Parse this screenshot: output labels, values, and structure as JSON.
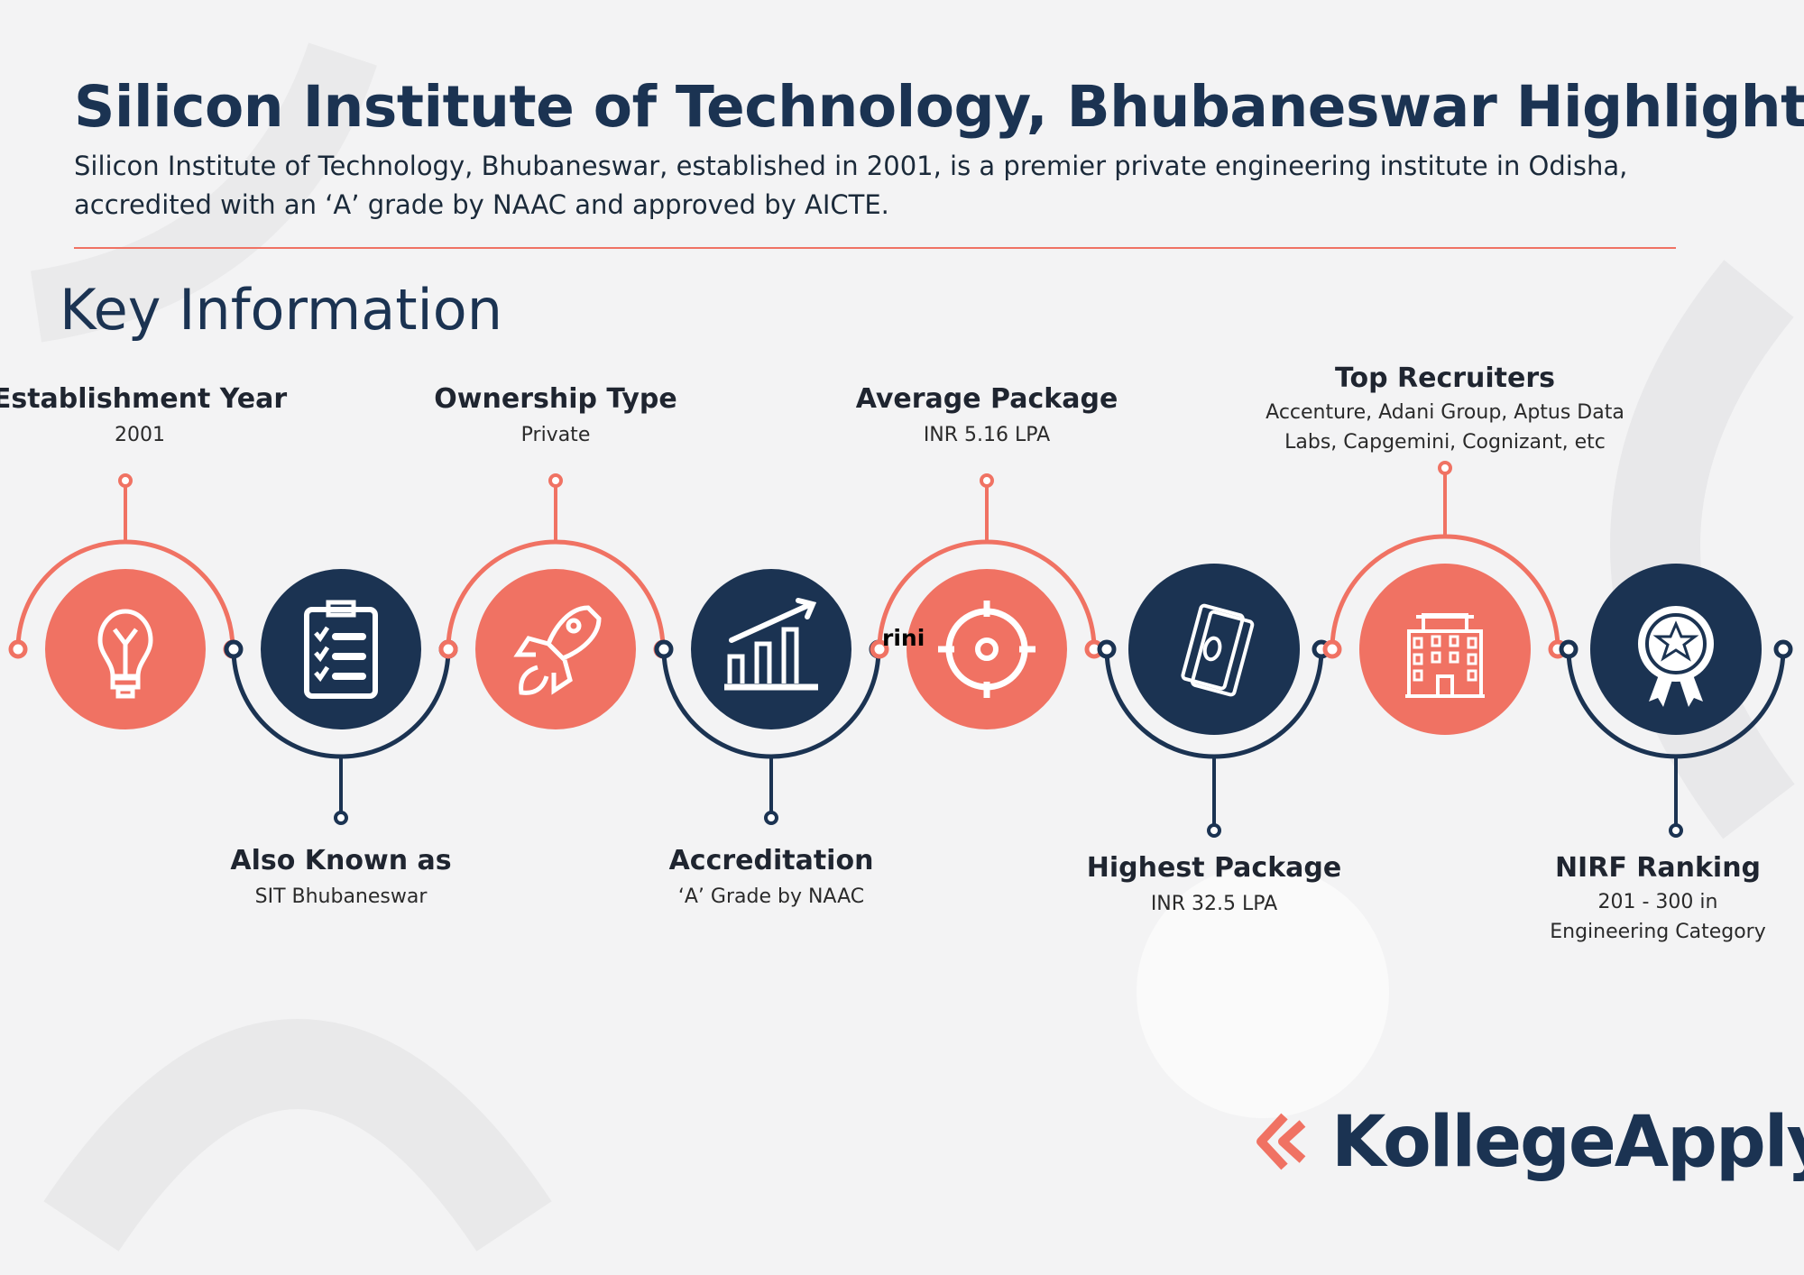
{
  "header": {
    "title": "Silicon Institute of Technology, Bhubaneswar Highlights",
    "subtitle": "Silicon Institute of Technology, Bhubaneswar, established in 2001, is a premier private engineering institute in Odisha, accredited with an ‘A’ grade by NAAC and approved by AICTE."
  },
  "section_title": "Key Information",
  "stray_text": "rini",
  "colors": {
    "coral": "#F07263",
    "navy": "#1B3352"
  },
  "items": [
    {
      "title": "Establishment Year",
      "value": "2001",
      "icon": "lightbulb-icon",
      "position": "top",
      "color": "coral"
    },
    {
      "title": "Also Known as",
      "value": "SIT Bhubaneswar",
      "icon": "clipboard-checklist-icon",
      "position": "bottom",
      "color": "navy"
    },
    {
      "title": "Ownership Type",
      "value": "Private",
      "icon": "rocket-icon",
      "position": "top",
      "color": "coral"
    },
    {
      "title": "Accreditation",
      "value": "‘A’ Grade by NAAC",
      "icon": "growth-chart-icon",
      "position": "bottom",
      "color": "navy"
    },
    {
      "title": "Average Package",
      "value": "INR 5.16 LPA",
      "icon": "target-icon",
      "position": "top",
      "color": "coral"
    },
    {
      "title": "Highest Package",
      "value": "INR 32.5 LPA",
      "icon": "money-icon",
      "position": "bottom",
      "color": "navy"
    },
    {
      "title": "Top Recruiters",
      "value": "Accenture, Adani Group, Aptus Data Labs, Capgemini, Cognizant, etc",
      "icon": "building-icon",
      "position": "top",
      "color": "coral"
    },
    {
      "title": "NIRF Ranking",
      "value": "201 - 300 in Engineering Category",
      "icon": "award-badge-icon",
      "position": "bottom",
      "color": "navy"
    }
  ],
  "logo": {
    "text": "KollegeApply"
  }
}
